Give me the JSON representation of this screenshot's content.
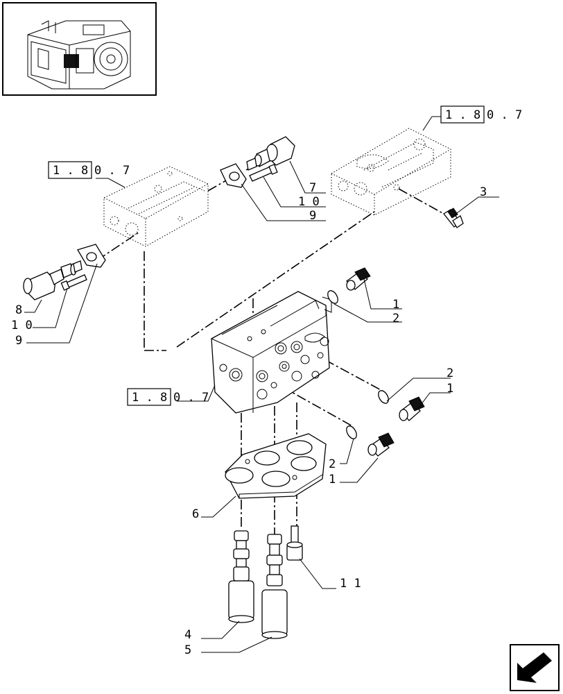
{
  "diagram": {
    "reference_labels": [
      {
        "id": "ref-top-right",
        "boxed": "1 . 8",
        "rest": "0 . 7"
      },
      {
        "id": "ref-top-left",
        "boxed": "1 . 8",
        "rest": "0 . 7"
      },
      {
        "id": "ref-main",
        "boxed": "1 . 8",
        "rest": "0 . 7"
      }
    ],
    "callouts": [
      {
        "id": "c7",
        "text": "7"
      },
      {
        "id": "c10a",
        "text": "1 0"
      },
      {
        "id": "c9a",
        "text": "9"
      },
      {
        "id": "c3",
        "text": "3"
      },
      {
        "id": "c1a",
        "text": "1"
      },
      {
        "id": "c2a",
        "text": "2"
      },
      {
        "id": "c8",
        "text": "8"
      },
      {
        "id": "c10b",
        "text": "1 0"
      },
      {
        "id": "c9b",
        "text": "9"
      },
      {
        "id": "c2b",
        "text": "2"
      },
      {
        "id": "c1b",
        "text": "1"
      },
      {
        "id": "c2c",
        "text": "2"
      },
      {
        "id": "c1c",
        "text": "1"
      },
      {
        "id": "c6",
        "text": "6"
      },
      {
        "id": "c11",
        "text": "1 1"
      },
      {
        "id": "c4",
        "text": "4"
      },
      {
        "id": "c5",
        "text": "5"
      }
    ],
    "icons": {
      "thumbnail": "gearbox-housing-thumbnail-icon",
      "nav": "next-page-arrow-icon"
    }
  }
}
